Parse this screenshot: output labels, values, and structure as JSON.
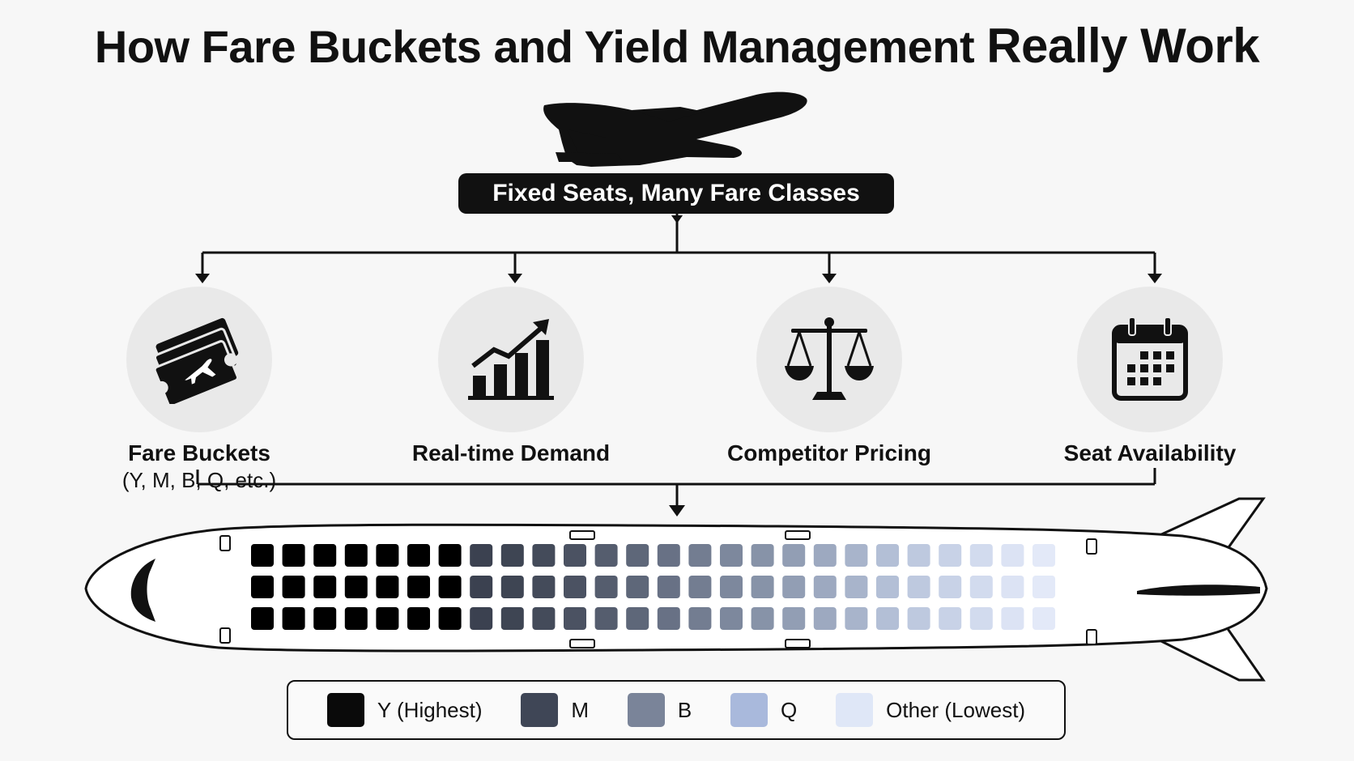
{
  "title": {
    "main": "How Fare Buckets and Yield Management ",
    "emphasis": "Really Work"
  },
  "header_box": "Fixed Seats, Many Fare Classes",
  "icons": {
    "top": "airplane-icon"
  },
  "factors": [
    {
      "label": "Fare Buckets",
      "sub": "(Y, M, B, Q, etc.)",
      "icon": "tickets-icon"
    },
    {
      "label": "Real-time Demand",
      "sub": "",
      "icon": "rising-chart-icon"
    },
    {
      "label": "Competitor Pricing",
      "sub": "",
      "icon": "scales-icon"
    },
    {
      "label": "Seat Availability",
      "sub": "",
      "icon": "calendar-icon"
    }
  ],
  "seat_map": {
    "rows": 3,
    "columns": 26,
    "seat_colors": [
      "#000000",
      "#000000",
      "#000000",
      "#000000",
      "#000000",
      "#000000",
      "#000000",
      "#3b4150",
      "#3e4553",
      "#444b5a",
      "#4b5262",
      "#555d6e",
      "#5e6779",
      "#687185",
      "#737d91",
      "#7d889d",
      "#8793a8",
      "#929eb4",
      "#9da9c0",
      "#a8b4cb",
      "#b3bfd6",
      "#bec9df",
      "#c8d2e7",
      "#d2dbee",
      "#dce3f4",
      "#e3e9f8"
    ]
  },
  "legend": [
    {
      "label": "Y (Highest)",
      "color": "#0a0a0a"
    },
    {
      "label": "M",
      "color": "#3f4656"
    },
    {
      "label": "B",
      "color": "#7a8499"
    },
    {
      "label": "Q",
      "color": "#a9b9dc"
    },
    {
      "label": "Other (Lowest)",
      "color": "#dfe7f7"
    }
  ]
}
